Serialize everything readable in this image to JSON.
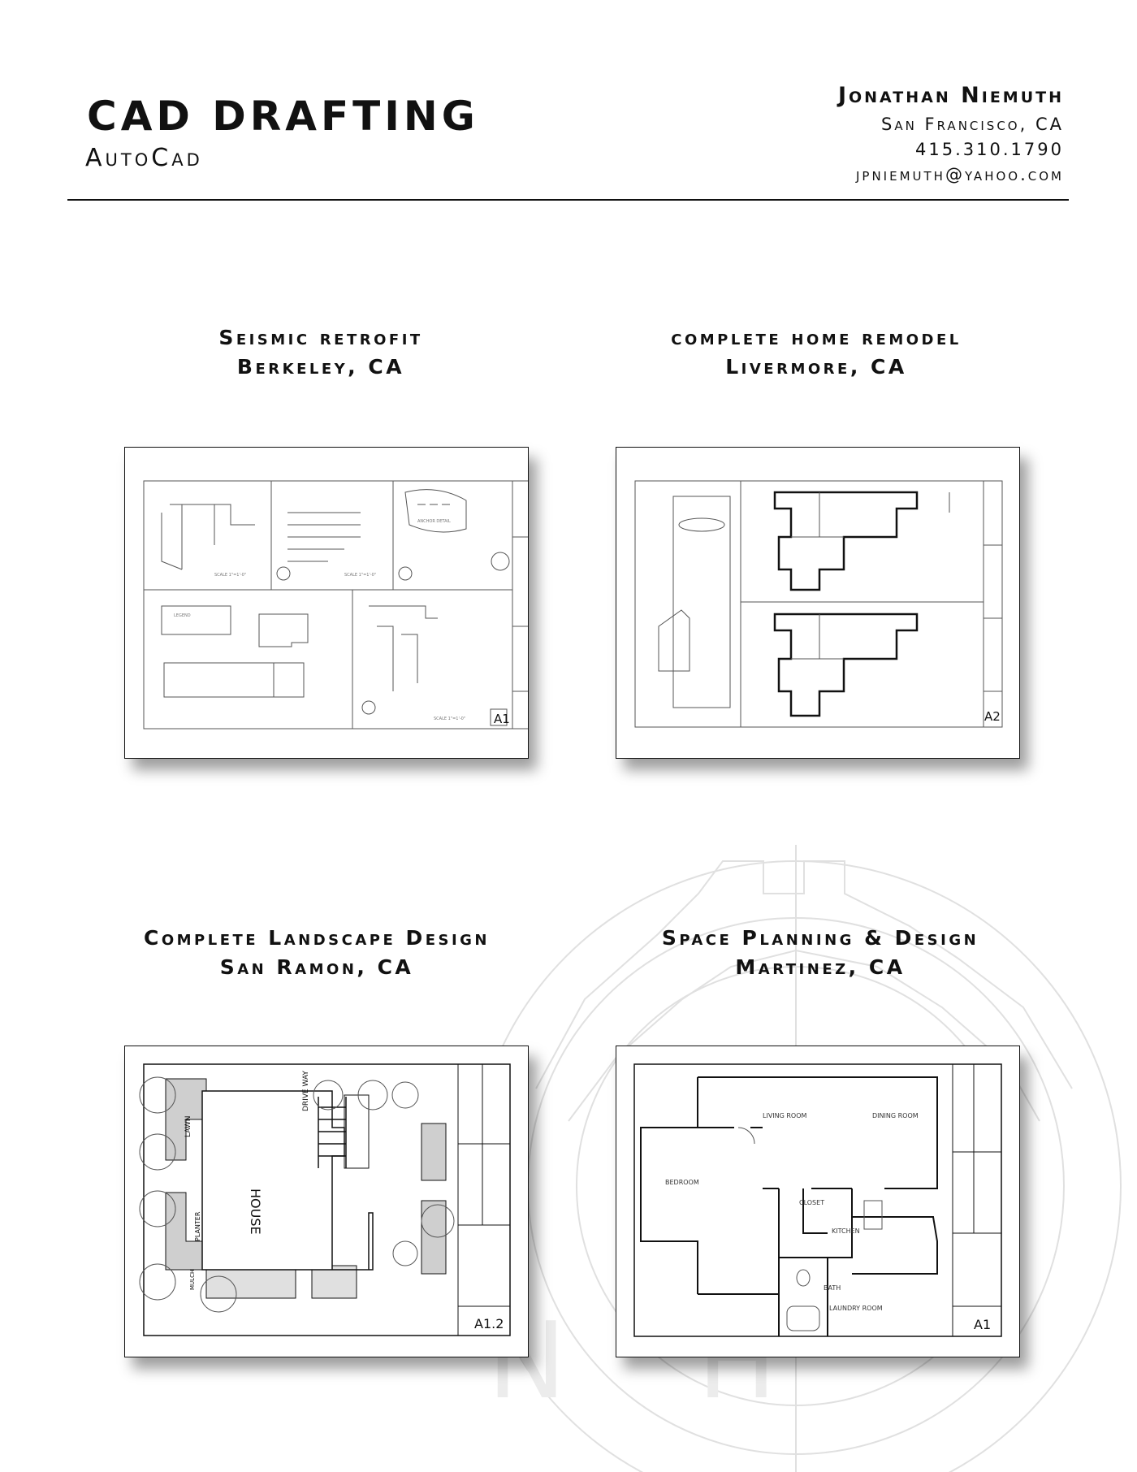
{
  "header": {
    "title": "CAD DRAFTING",
    "subtitle": "AutoCad",
    "contact": {
      "name": "Jonathan Niemuth",
      "location": "San Francisco, CA",
      "phone": "415.310.1790",
      "email": "jpniemuth@yahoo.com"
    }
  },
  "projects": [
    {
      "title": "Seismic retrofit",
      "location": "Berkeley, CA",
      "sheet": "A1"
    },
    {
      "title": "complete home remodel",
      "location": "Livermore, CA",
      "sheet": "A2"
    },
    {
      "title": "Complete Landscape Design",
      "location": "San Ramon, CA",
      "sheet": "A1.2",
      "labels": {
        "house": "HOUSE",
        "drive": "DRIVE WAY",
        "lawn": "LAWN",
        "planter": "PLANTER",
        "mulch": "MULCH"
      }
    },
    {
      "title": "Space Planning & Design",
      "location": "Martinez, CA",
      "sheet": "A1",
      "rooms": {
        "living": "LIVING ROOM",
        "dining": "DINING ROOM",
        "bedroom": "BEDROOM",
        "closet": "CLOSET",
        "kitchen": "KITCHEN",
        "bath": "BATH",
        "laundry": "LAUNDRY ROOM"
      }
    }
  ],
  "watermark": {
    "text": "N  H"
  }
}
